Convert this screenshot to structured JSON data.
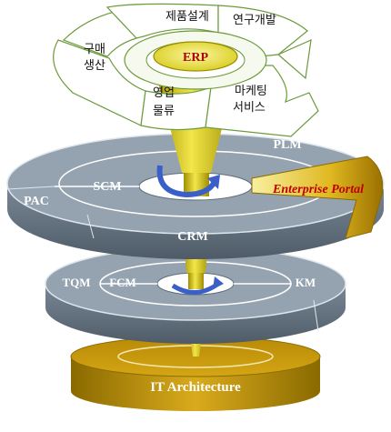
{
  "diagram": {
    "cycle": {
      "center": "ERP",
      "segments": [
        {
          "line1": "제품설계",
          "line2": ""
        },
        {
          "line1": "연구개발",
          "line2": ""
        },
        {
          "line1": "마케팅",
          "line2": "서비스"
        },
        {
          "line1": "영업",
          "line2": "물류"
        },
        {
          "line1": "구매",
          "line2": "생산"
        }
      ]
    },
    "upper_ring": {
      "inner": [
        "SCM"
      ],
      "outer": [
        "PLM",
        "PAC",
        "CRM"
      ],
      "highlight": "Enterprise Portal"
    },
    "lower_ring": {
      "inner": [
        "FCM"
      ],
      "outer": [
        "TQM",
        "KM"
      ]
    },
    "base": {
      "label": "IT Architecture"
    },
    "colors": {
      "ring": "#8f9daa",
      "ring_dark": "#5f6d79",
      "gold": "#c89a12",
      "gold_light": "#f4e34a",
      "arrow": "#3a5fc8",
      "portal_text": "#c00000"
    }
  }
}
